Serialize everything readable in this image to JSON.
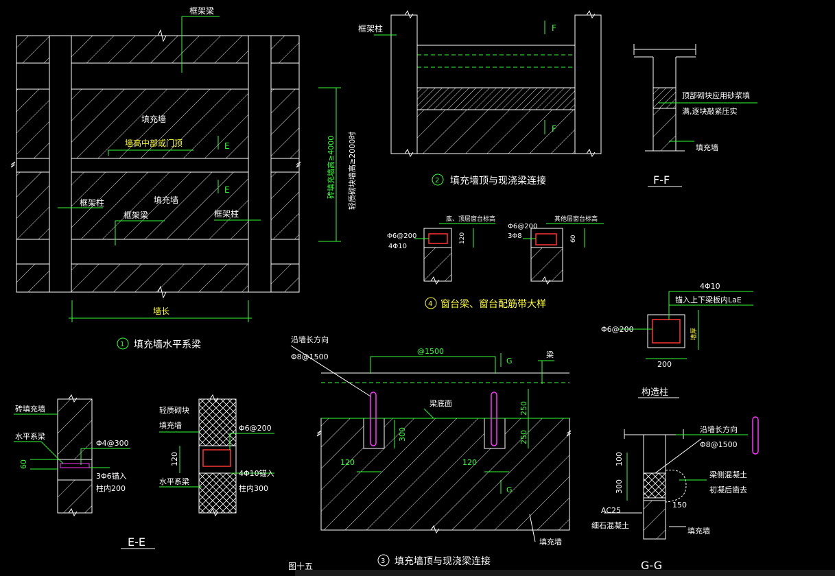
{
  "drawing": {
    "sheet_label": "图十五",
    "detail1": {
      "title": "填充墙水平系梁",
      "marker": "1",
      "labels": {
        "frame_beam_top": "框架梁",
        "infill_wall": "填充墙",
        "mid_height": "墙高中部或门顶",
        "frame_col_left": "框架柱",
        "infill_wall2": "填充墙",
        "frame_beam": "框架梁",
        "frame_col_right": "框架柱",
        "wall_length": "墙长",
        "height_note1": "砖填充墙高≥4000",
        "height_note2": "轻质砌块墙高≥2000时",
        "cut_e1": "E",
        "cut_e2": "E"
      }
    },
    "detail2": {
      "title": "填充墙顶与现浇梁连接",
      "marker": "2",
      "labels": {
        "frame_col": "框架柱",
        "cut_f1": "F",
        "cut_f2": "F"
      }
    },
    "detail_ff": {
      "title": "F-F",
      "labels": {
        "note1": "顶部砌块应用砂浆填",
        "note2": "满,逐块敲紧压实",
        "infill": "填充墙"
      }
    },
    "detail4": {
      "title": "窗台梁、窗台配筋带大样",
      "marker": "4",
      "labels": {
        "left_note": "底、顶层窗台标高",
        "left_stirrup": "Φ6@200",
        "left_bars": "4Φ10",
        "left_dim": "120",
        "right_note": "其他层窗台标高",
        "right_stirrup": "Φ6@200",
        "right_bars": "3Φ8",
        "right_dim": "60"
      }
    },
    "column": {
      "title": "构造柱",
      "labels": {
        "bars": "4Φ10",
        "anchor": "锚入上下梁板内LaE",
        "stirrup": "Φ6@200",
        "dim": "200",
        "wall_thk": "墙厚"
      }
    },
    "detail3": {
      "title": "填充墙顶与现浇梁连接",
      "marker": "3",
      "labels": {
        "dir": "沿墙长方向",
        "bar": "Φ8@1500",
        "spacing": "@1500",
        "beam": "梁",
        "beam_bottom": "梁底面",
        "dim250a": "250",
        "dim250b": "250",
        "dim300": "300",
        "dim120a": "120",
        "dim120b": "120",
        "cut_g1": "G",
        "cut_g2": "G",
        "infill": "填充墙"
      }
    },
    "detail_ee": {
      "title": "E-E",
      "labels": {
        "brick": "砖填充墙",
        "tie": "水平系梁",
        "stirrup": "Φ4@300",
        "dim60": "60",
        "bars": "3Φ6锚入",
        "col": "柱内200",
        "light": "轻质砌块",
        "infill": "填充墙",
        "stirrup2": "Φ6@200",
        "dim120": "120",
        "bars2": "4Φ10锚入",
        "tie2": "水平系梁",
        "col2": "柱内300"
      }
    },
    "detail_gg": {
      "title": "G-G",
      "labels": {
        "dir": "沿墙长方向",
        "bar": "Φ8@1500",
        "dim100": "100",
        "dim300": "300",
        "note1": "梁侧混凝土",
        "note2": "初凝后凿去",
        "dim150": "150",
        "conc1": "AC25",
        "conc2": "细石混凝土",
        "infill": "填充墙"
      }
    }
  }
}
